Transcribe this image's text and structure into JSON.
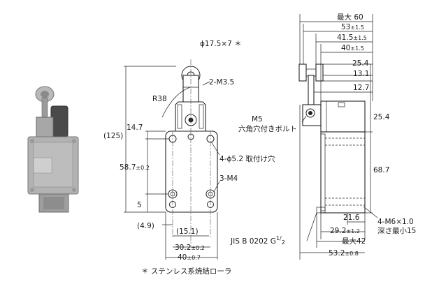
{
  "front": {
    "roller": "ϕ17.5×7 ＊",
    "screw": "2-M3.5",
    "radius": "R38",
    "overall_h": "(125)",
    "top_gap": "14.7",
    "hole_pitch_v": "58.7",
    "hole_pitch_v_tol": "±0.2",
    "bottom_gap": "5",
    "mount_holes": "4-ϕ5.2 取付け穴",
    "m4": "3-M4",
    "left_off": "(4.9)",
    "center_w": "(15.1)",
    "hole_pitch_h": "30.2",
    "hole_pitch_h_tol": "±0.2",
    "width": "40",
    "width_tol": "±0.7"
  },
  "side": {
    "max_w": "最大 60",
    "d53": "53",
    "d53_tol": "±1.5",
    "d41": "41.5",
    "d41_tol": "±1.5",
    "d40": "40",
    "d40_tol": "±1.5",
    "d25a": "25.4",
    "d13": "13.1",
    "d12": "12.7",
    "m5_1": "M5",
    "m5_2": "六角穴付きボルト",
    "d25b": "25.4",
    "d68": "68.7",
    "d21": "21.6",
    "d29": "29.2",
    "d29_tol": "±1.2",
    "max42": "最大42",
    "d53b": "53.2",
    "d53b_tol": "±0.8",
    "m6_1": "4-M6×1.0",
    "m6_2": "深さ最小15",
    "jis": "JIS B 0202 G",
    "jis_frac_top": "1",
    "jis_frac_bot": "2"
  },
  "footnote": "＊ ステンレス系焼結ローラ"
}
